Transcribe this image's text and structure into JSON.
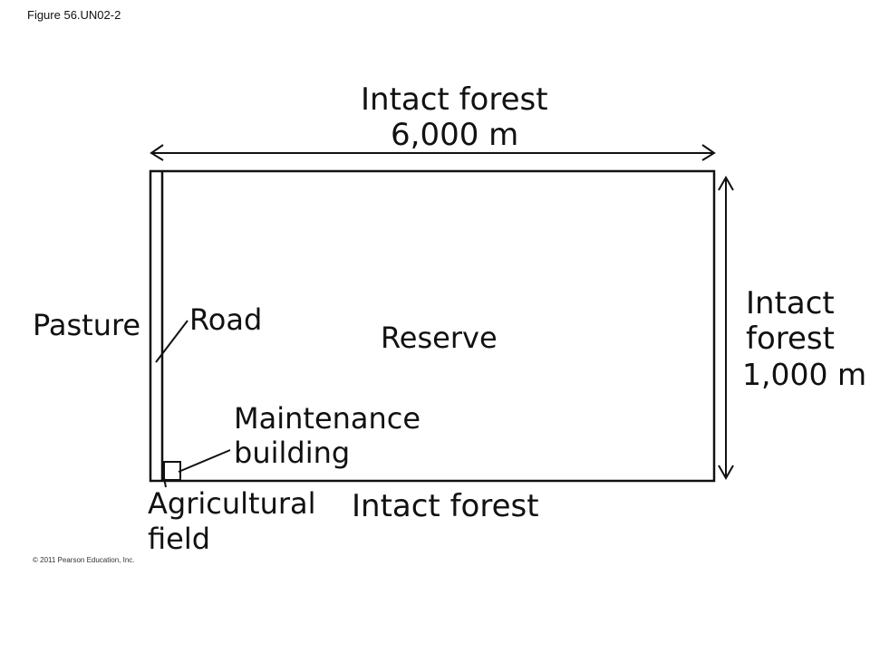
{
  "figure_label": "Figure 56.UN02-2",
  "copyright": "© 2011 Pearson Education, Inc.",
  "labels": {
    "top_line1": "Intact forest",
    "top_line2": "6,000 m",
    "right_line1": "Intact",
    "right_line2": "forest",
    "right_line3": "1,000 m",
    "bottom": "Intact forest",
    "pasture": "Pasture",
    "road": "Road",
    "reserve": "Reserve",
    "maintenance_line1": "Maintenance",
    "maintenance_line2": "building",
    "agricultural_line1": "Agricultural",
    "agricultural_line2": "field"
  },
  "colors": {
    "ink": "#111111"
  }
}
